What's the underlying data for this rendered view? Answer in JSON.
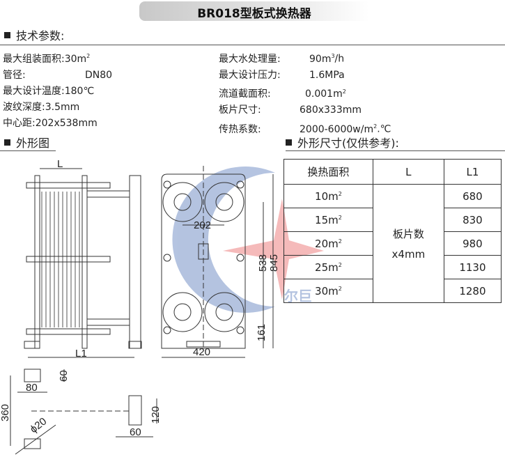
{
  "title": "BR018型板式换热器",
  "sections": {
    "tech_params": "技术参数:",
    "outline_drawing": "外形图",
    "outline_dims": "外形尺寸(仅供参考):"
  },
  "specs_left": [
    {
      "label": "最大组装面积:",
      "value": "30m",
      "sup": "2"
    },
    {
      "label": "管径:",
      "value": "DN80",
      "sup": ""
    },
    {
      "label": "最大设计温度:",
      "value": "180℃",
      "sup": ""
    },
    {
      "label": "波纹深度:",
      "value": "3.5mm",
      "sup": ""
    },
    {
      "label": "中心距:",
      "value": "202x538mm",
      "sup": ""
    }
  ],
  "specs_right": [
    {
      "label": "最大水处理量:",
      "value": "90m",
      "sup": "3",
      "suffix": "/h"
    },
    {
      "label": "最大设计压力:",
      "value": "1.6MPa",
      "sup": "",
      "suffix": ""
    },
    {
      "label": "流道截面积:",
      "value": "0.001m",
      "sup": "2",
      "suffix": ""
    },
    {
      "label": "板片尺寸:",
      "value": "680x333mm",
      "sup": "",
      "suffix": ""
    },
    {
      "label": "传热系数:",
      "value": "2000-6000w/m",
      "sup": "2",
      "suffix": ".℃"
    }
  ],
  "table": {
    "headers": [
      "换热面积",
      "L",
      "L1"
    ],
    "merged_L": [
      "板片数",
      "x4mm"
    ],
    "rows": [
      {
        "area": "10m",
        "sup": "2",
        "L1": "680"
      },
      {
        "area": "15m",
        "sup": "2",
        "L1": "830"
      },
      {
        "area": "20m",
        "sup": "2",
        "L1": "980"
      },
      {
        "area": "25m",
        "sup": "2",
        "L1": "1130"
      },
      {
        "area": "30m",
        "sup": "2",
        "L1": "1280"
      }
    ]
  },
  "drawing_labels": {
    "L": "L",
    "L1": "L1",
    "d202": "202",
    "d538": "538",
    "d845": "845",
    "d161": "161",
    "d420": "420",
    "d60a": "60",
    "d80": "80",
    "d360": "360",
    "phi20": "ϕ20",
    "d120": "120",
    "d60b": "60"
  },
  "watermark_text": "尔巨"
}
